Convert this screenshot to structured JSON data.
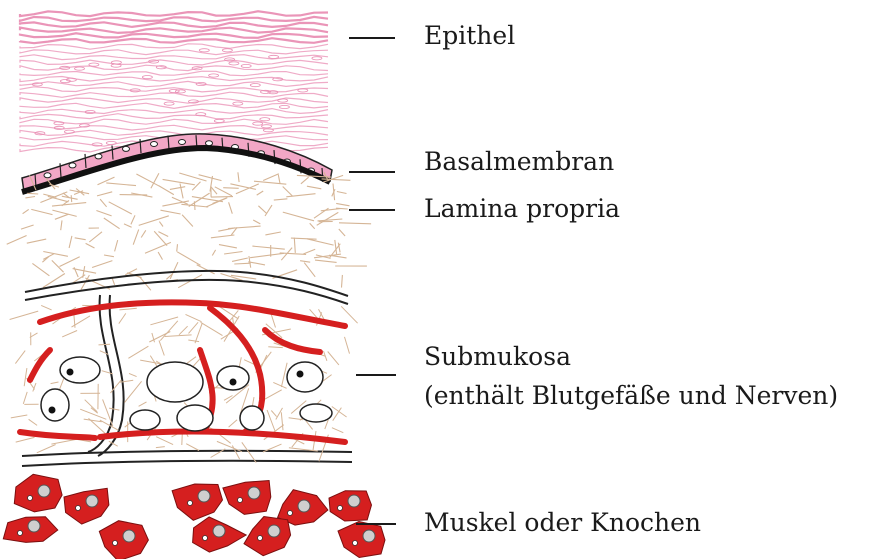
{
  "labels": {
    "epithel": "Epithel",
    "basalmembran": "Basalmembran",
    "lamina_propria": "Lamina propria",
    "submukosa": "Submukosa",
    "submukosa_note": "(enthält Blutgefäße und Nerven)",
    "muskel": "Muskel oder Knochen"
  },
  "colors": {
    "epithel": "#e98fb4",
    "basal_cells": "#f2a7c6",
    "membrane": "#111111",
    "fibers": "#d5b596",
    "vessels": "#d51f1f",
    "outline": "#222222"
  }
}
